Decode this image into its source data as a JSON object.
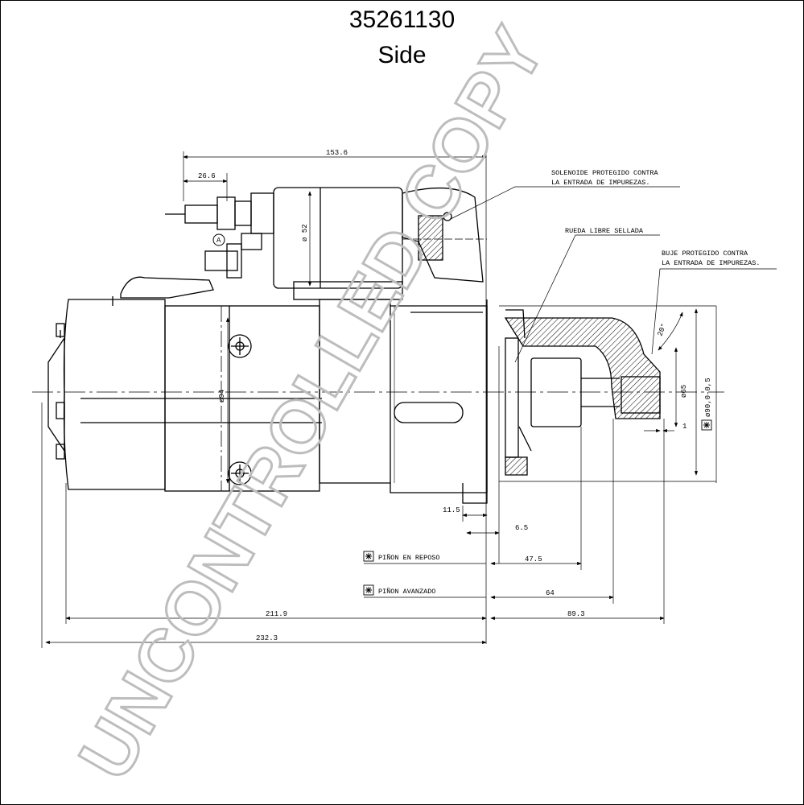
{
  "header": {
    "part_number": "35261130",
    "view": "Side"
  },
  "dimensions": {
    "d1536": "153.6",
    "d266": "26.6",
    "d52": "ø 52",
    "d94": "ø94",
    "d65": "ø65",
    "d9": "ø90,0-0,5",
    "d115": "11.5",
    "d65b": "6.5",
    "d475": "47.5",
    "d64": "64",
    "d2119": "211.9",
    "d893": "89.3",
    "d2323": "232.3",
    "d1": "1",
    "angle": "20°",
    "markerA": "A"
  },
  "notes": {
    "solenoid_l1": "SOLENOIDE PROTEGIDO CONTRA",
    "solenoid_l2": "LA ENTRADA DE IMPUREZAS.",
    "rueda": "RUEDA LIBRE SELLADA",
    "buje_l1": "BUJE PROTEGIDO CONTRA",
    "buje_l2": "LA ENTRADA DE IMPUREZAS.",
    "pinon_reposo": "PIÑON EN REPOSO",
    "pinon_avanzado": "PIÑON AVANZADO"
  },
  "watermark": "UNCONTROLLED COPY",
  "icons": {
    "marker": "asterisk-box-icon",
    "screw": "screw-head-icon"
  }
}
